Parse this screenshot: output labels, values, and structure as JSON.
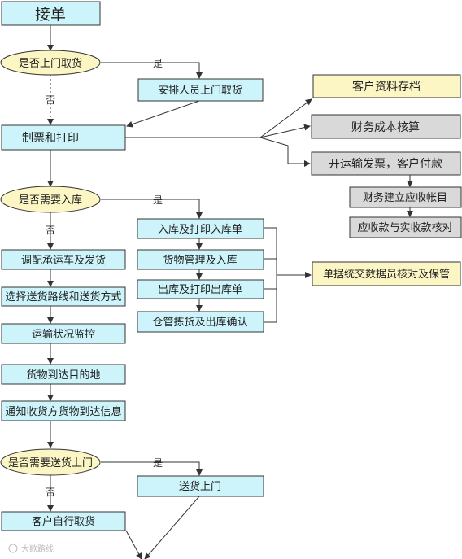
{
  "colors": {
    "cyan": "#cdf4fa",
    "yellow": "#fbf6c4",
    "gray": "#d9d9d9",
    "stroke": "#333333"
  },
  "nodes": {
    "receive_order": "接单",
    "is_pickup": "是否上门取货",
    "arrange_pickup": "安排人员上门取货",
    "ticket_print": "制票和打印",
    "customer_archive": "客户资料存档",
    "finance_cost": "财务成本核算",
    "invoice_payment": "开运输发票，客户付款",
    "finance_receivable": "财务建立应收帐目",
    "reconcile": "应收款与实收款核对",
    "need_storage": "是否需要入库",
    "storage_print": "入库及打印入库单",
    "goods_manage": "货物管理及入库",
    "outbound_print": "出库及打印出库单",
    "warehouse_confirm": "仓管拣货及出库确认",
    "docs_handover": "单据统交数据员核对及保管",
    "dispatch": "调配承运车及发货",
    "route": "选择送货路线和送货方式",
    "monitor": "运输状况监控",
    "arrive": "货物到达目的地",
    "notify": "通知收货方货物到达信息",
    "need_delivery": "是否需要送货上门",
    "door_delivery": "送货上门",
    "self_pickup": "客户自行取货"
  },
  "labels": {
    "yes": "是",
    "no": "否"
  },
  "watermark": "大歌路线"
}
